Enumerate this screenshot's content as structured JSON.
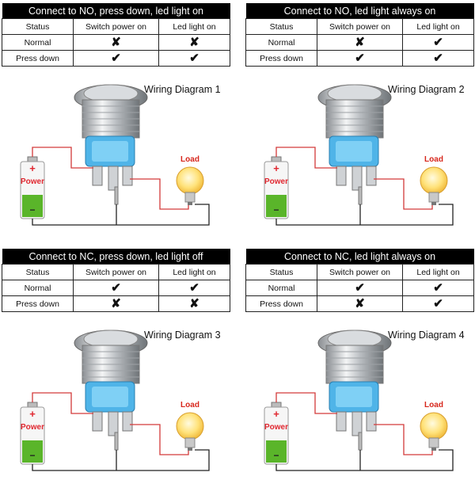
{
  "table_headers": {
    "status": "Status",
    "switch": "Switch power on",
    "led": "Led light on"
  },
  "marks": {
    "check": "✔",
    "cross": "✘"
  },
  "labels": {
    "load": "Load",
    "power": "Power",
    "plus": "+",
    "minus": "−"
  },
  "panels": [
    {
      "title": "Connect to NO, press down, led light on",
      "rows": [
        {
          "status": "Normal",
          "switch": "cross",
          "led": "cross"
        },
        {
          "status": "Press down",
          "switch": "check",
          "led": "check"
        }
      ],
      "diagram_title": "Wiring Diagram 1"
    },
    {
      "title": "Connect to NO, led light always on",
      "rows": [
        {
          "status": "Normal",
          "switch": "cross",
          "led": "check"
        },
        {
          "status": "Press down",
          "switch": "check",
          "led": "check"
        }
      ],
      "diagram_title": "Wiring Diagram 2"
    },
    {
      "title": "Connect to NC, press down, led light off",
      "rows": [
        {
          "status": "Normal",
          "switch": "check",
          "led": "check"
        },
        {
          "status": "Press down",
          "switch": "cross",
          "led": "cross"
        }
      ],
      "diagram_title": "Wiring Diagram 3"
    },
    {
      "title": "Connect to NC, led light always on",
      "rows": [
        {
          "status": "Normal",
          "switch": "check",
          "led": "check"
        },
        {
          "status": "Press down",
          "switch": "cross",
          "led": "check"
        }
      ],
      "diagram_title": "Wiring Diagram 4"
    }
  ],
  "colors": {
    "wire_red": "#d33a3a",
    "wire_black": "#222222",
    "battery_green": "#5ab52a",
    "battery_red": "#e0262f"
  }
}
